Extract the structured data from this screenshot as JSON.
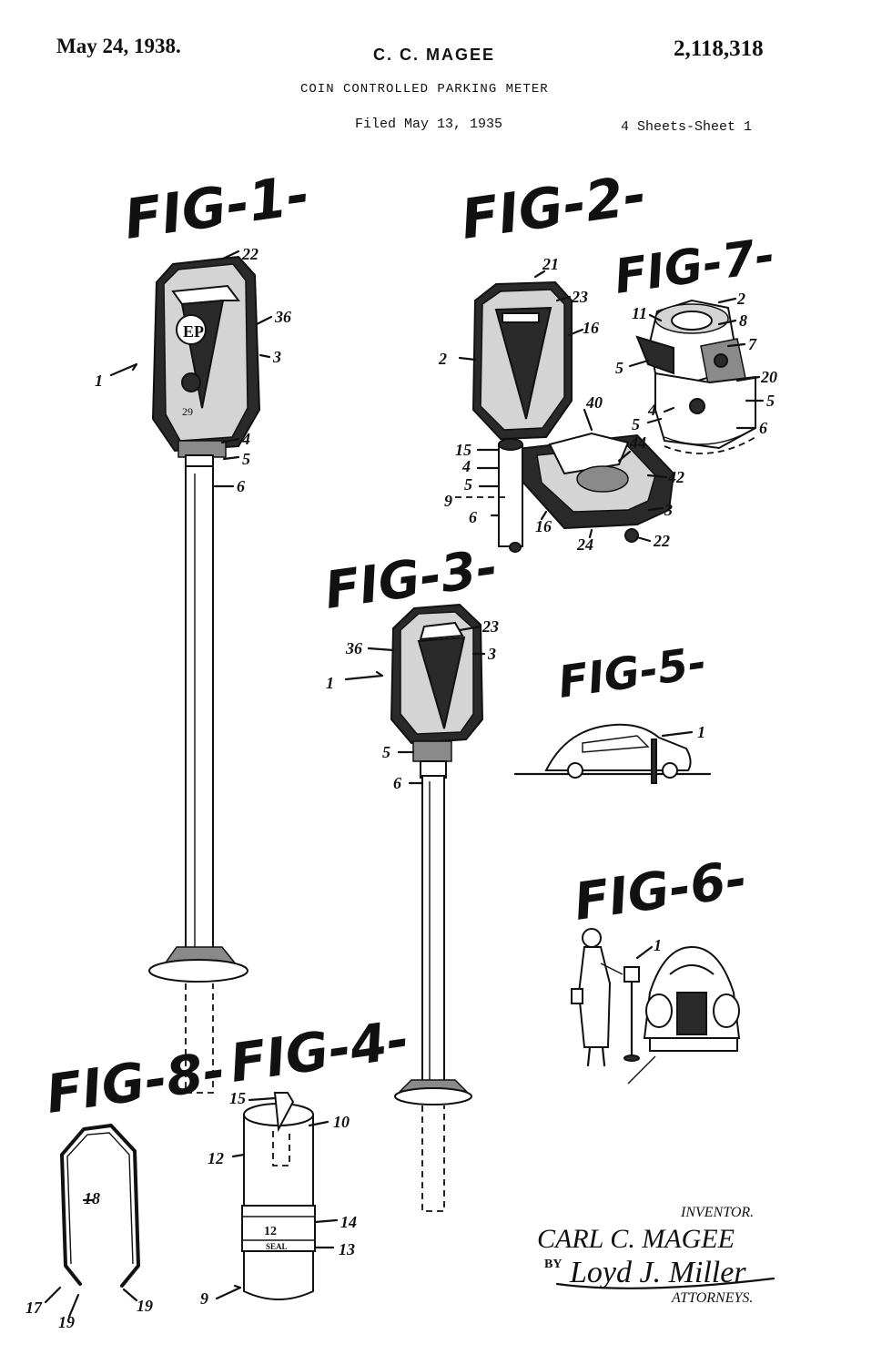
{
  "header": {
    "date": "May 24, 1938.",
    "inventor_name": "C. C. MAGEE",
    "patent_number": "2,118,318",
    "title": "COIN CONTROLLED PARKING METER",
    "filed": "Filed May 13, 1935",
    "sheets": "4 Sheets-Sheet 1"
  },
  "figures": {
    "fig1": {
      "label": "FIG-1-",
      "refs": {
        "r22": "22",
        "r36": "36",
        "r3": "3",
        "r1": "1",
        "r4": "4",
        "r5": "5",
        "r6": "6",
        "r29": "29"
      }
    },
    "fig2": {
      "label": "FIG-2-",
      "refs": {
        "r21": "21",
        "r23": "23",
        "r16a": "16",
        "r2": "2",
        "r40": "40",
        "r44": "44",
        "r15": "15",
        "r4": "4",
        "r5": "5",
        "r42": "42",
        "r9": "9",
        "r6": "6",
        "r16b": "16",
        "r3": "3",
        "r24": "24",
        "r22": "22"
      }
    },
    "fig7": {
      "label": "FIG-7-",
      "refs": {
        "r2": "2",
        "r11": "11",
        "r8": "8",
        "r7": "7",
        "r5a": "5",
        "r20": "20",
        "r5b": "5",
        "r4": "4",
        "r5c": "5",
        "r6": "6"
      }
    },
    "fig3": {
      "label": "FIG-3-",
      "refs": {
        "r23": "23",
        "r36": "36",
        "r3": "3",
        "r1": "1",
        "r5": "5",
        "r6": "6"
      }
    },
    "fig5": {
      "label": "FIG-5-",
      "refs": {
        "r1": "1"
      }
    },
    "fig6": {
      "label": "FIG-6-",
      "refs": {
        "r1": "1"
      }
    },
    "fig8": {
      "label": "FIG-8-",
      "refs": {
        "r18": "18",
        "r17": "17",
        "r19a": "19",
        "r19b": "19"
      }
    },
    "fig4": {
      "label": "FIG-4-",
      "refs": {
        "r15": "15",
        "r10": "10",
        "r12": "12",
        "r14": "14",
        "r13": "13",
        "r9": "9"
      },
      "seal_text": "SEAL",
      "seal_number": "12"
    }
  },
  "signature": {
    "inventor_label": "INVENTOR.",
    "inventor_name": "CARL C. MAGEE",
    "by": "BY",
    "attorney": "Loyd J. Miller",
    "attorneys_label": "ATTORNEYS."
  }
}
